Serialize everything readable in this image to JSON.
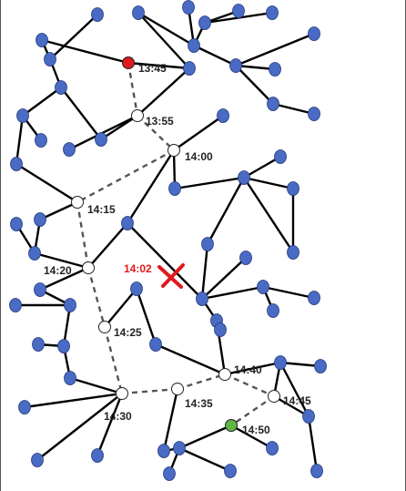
{
  "colors": {
    "node_fill": "#4a6bc4",
    "node_stroke": "#253c80",
    "edge": "#000000",
    "route": "#555555",
    "stop_fill": "#ffffff",
    "start_fill": "#e0191e",
    "end_fill": "#5fb645",
    "incident": "#e0191e"
  },
  "stops": [
    {
      "id": "s1345",
      "label": "13:45",
      "kind": "start"
    },
    {
      "id": "s1355",
      "label": "13:55",
      "kind": "stop"
    },
    {
      "id": "s1400",
      "label": "14:00",
      "kind": "stop"
    },
    {
      "id": "s1415",
      "label": "14:15",
      "kind": "stop"
    },
    {
      "id": "s1420",
      "label": "14:20",
      "kind": "stop"
    },
    {
      "id": "s1425",
      "label": "14:25",
      "kind": "stop"
    },
    {
      "id": "s1430",
      "label": "14:30",
      "kind": "stop"
    },
    {
      "id": "s1435",
      "label": "14:35",
      "kind": "stop"
    },
    {
      "id": "s1440",
      "label": "14:40",
      "kind": "stop"
    },
    {
      "id": "s1445",
      "label": "14:45",
      "kind": "stop"
    },
    {
      "id": "s1450",
      "label": "14:50",
      "kind": "end"
    }
  ],
  "incident": {
    "label": "14:02",
    "marker": "x-mark-icon"
  }
}
